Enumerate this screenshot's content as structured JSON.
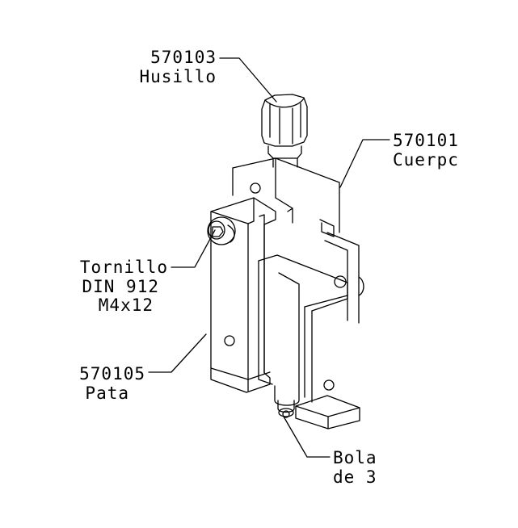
{
  "callouts": [
    {
      "code": "570103",
      "name": "Husillo"
    },
    {
      "code": "570101",
      "name": "Cuerpc"
    },
    {
      "lines": [
        "Tornillo",
        "DIN 912",
        "M4x12"
      ]
    },
    {
      "code": "570105",
      "name": "Pata"
    },
    {
      "lines": [
        "Bola",
        "de 3"
      ]
    }
  ],
  "style": {
    "line_color": "#000000",
    "background": "#ffffff"
  }
}
